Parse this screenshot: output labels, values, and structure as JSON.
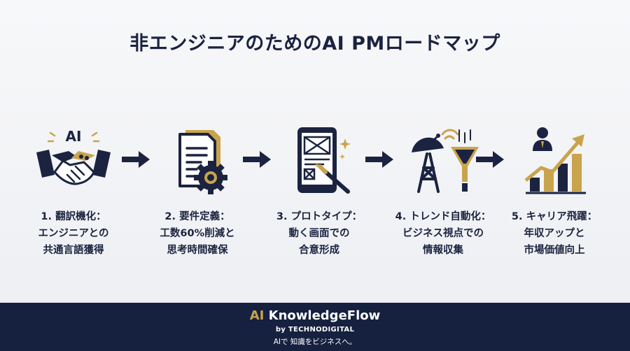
{
  "title": "非エンジニアのためのAI PMロードマップ",
  "steps": [
    {
      "label": "1. 翻訳機化：\nエンジニアとの\n共通言語獲得",
      "icon": "handshake-ai-icon"
    },
    {
      "label": "2. 要件定義：\n工数60%削減と\n思考時間確保",
      "icon": "document-gear-icon"
    },
    {
      "label": "3. プロトタイプ：\n動く画面での\n合意形成",
      "icon": "tablet-wireframe-icon"
    },
    {
      "label": "4. トレンド自動化：\nビジネス視点での\n情報収集",
      "icon": "satellite-funnel-icon"
    },
    {
      "label": "5. キャリア飛躍：\n年収アップと\n市場価値向上",
      "icon": "career-growth-chart-icon"
    }
  ],
  "icon_text": {
    "ai": "AI"
  },
  "footer": {
    "brand_prefix": "AI",
    "brand_rest": " KnowledgeFlow",
    "byline": "by TECHNODIGITAL",
    "tagline": "AIで 知識をビジネスへ。"
  },
  "colors": {
    "navy": "#1b2340",
    "gold": "#c9a44c",
    "footer_bg": "#16203f"
  }
}
